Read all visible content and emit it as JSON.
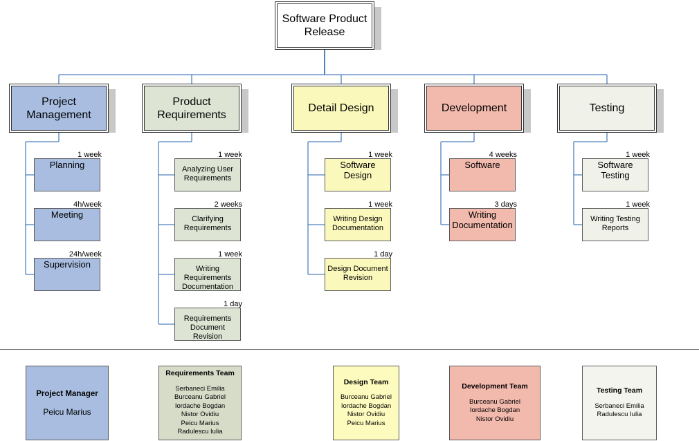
{
  "root": {
    "label": "Software Product\nRelease",
    "fill": "#ffffff"
  },
  "phases": [
    {
      "label": "Project\nManagement",
      "fill": "#a8bde0",
      "tasks": [
        {
          "label": "Planning",
          "duration": "1 week"
        },
        {
          "label": "Meeting",
          "duration": "4h/week"
        },
        {
          "label": "Supervision",
          "duration": "24h/week"
        }
      ]
    },
    {
      "label": "Product\nRequirements",
      "fill": "#dde4d3",
      "tasks": [
        {
          "label": "Analyzing User\nRequirements",
          "duration": "1 week"
        },
        {
          "label": "Clarifying\nRequirements",
          "duration": "2 weeks"
        },
        {
          "label": "Writing\nRequirements\nDocumentation",
          "duration": "1 week"
        },
        {
          "label": "Requirements\nDocument Revision",
          "duration": "1 day"
        }
      ]
    },
    {
      "label": "Detail Design",
      "fill": "#fbf8bc",
      "tasks": [
        {
          "label": "Software\nDesign",
          "duration": "1 week"
        },
        {
          "label": "Writing Design\nDocumentation",
          "duration": "1 week"
        },
        {
          "label": "Design Document\nRevision",
          "duration": "1 day"
        }
      ]
    },
    {
      "label": "Development",
      "fill": "#f2b9ad",
      "tasks": [
        {
          "label": "Software",
          "duration": "4 weeks"
        },
        {
          "label": "Writing\nDocumentation",
          "duration": "3 days"
        }
      ]
    },
    {
      "label": "Testing",
      "fill": "#f0f1e9",
      "tasks": [
        {
          "label": "Software\nTesting",
          "duration": "1 week"
        },
        {
          "label": "Writing Testing\nReports",
          "duration": "1 week"
        }
      ]
    }
  ],
  "teams": [
    {
      "title": "Project Manager",
      "members": [
        "Peicu Marius"
      ],
      "fill": "#a8bde0"
    },
    {
      "title": "Requirements Team",
      "members": [
        "Serbaneci Emilia",
        "Burceanu Gabriel",
        "Iordache Bogdan",
        "Nistor Ovidiu",
        "Peicu Marius",
        "Radulescu Iulia"
      ],
      "fill": "#d6dcc8"
    },
    {
      "title": "Design Team",
      "members": [
        "Burceanu Gabriel",
        "Iordache Bogdan",
        "Nistor Ovidiu",
        "Peicu Marius"
      ],
      "fill": "#fdfbbd"
    },
    {
      "title": "Development Team",
      "members": [
        "Burceanu Gabriel",
        "Iordache Bogdan",
        "Nistor Ovidiu"
      ],
      "fill": "#f2b9ad"
    },
    {
      "title": "Testing Team",
      "members": [
        "Serbaneci Emilia",
        "Radulescu Iulia"
      ],
      "fill": "#f4f4ee"
    }
  ],
  "connector_color": "#4f81bd"
}
